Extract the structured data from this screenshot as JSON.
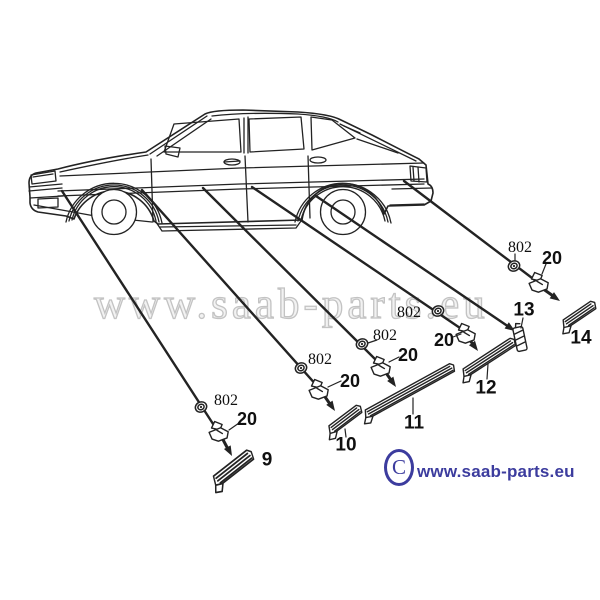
{
  "watermark": {
    "text": "www.saab-parts.eu"
  },
  "logo": {
    "symbol": "C",
    "text": "www.saab-parts.eu",
    "color": "#3c3c9e"
  },
  "labels": {
    "grommet_ref": "802",
    "clip_ref": "20"
  },
  "parts": [
    {
      "number": "9"
    },
    {
      "number": "10"
    },
    {
      "number": "11"
    },
    {
      "number": "12"
    },
    {
      "number": "13"
    },
    {
      "number": "14"
    }
  ],
  "colors": {
    "line": "#232323",
    "watermark_stroke": "#c3c3c3",
    "label_text": "#101010"
  }
}
